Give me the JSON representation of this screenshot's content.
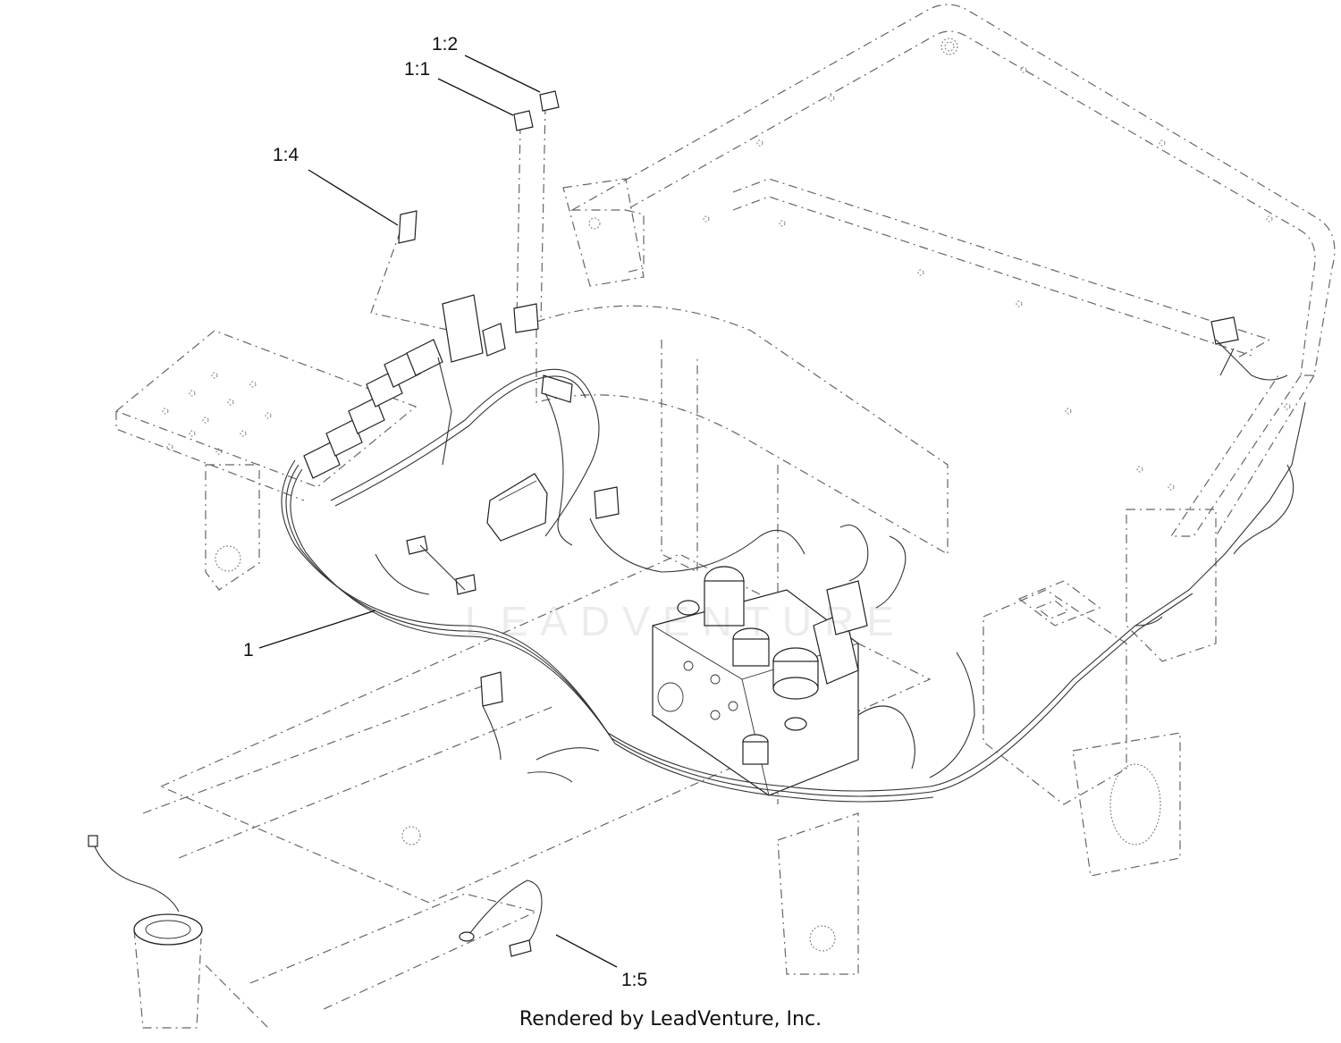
{
  "callouts": {
    "c1_2": "1:2",
    "c1_1": "1:1",
    "c1_4": "1:4",
    "c1": "1",
    "c1_5": "1:5"
  },
  "watermark": "LEADVENTURE",
  "footer": "Rendered by LeadVenture, Inc."
}
